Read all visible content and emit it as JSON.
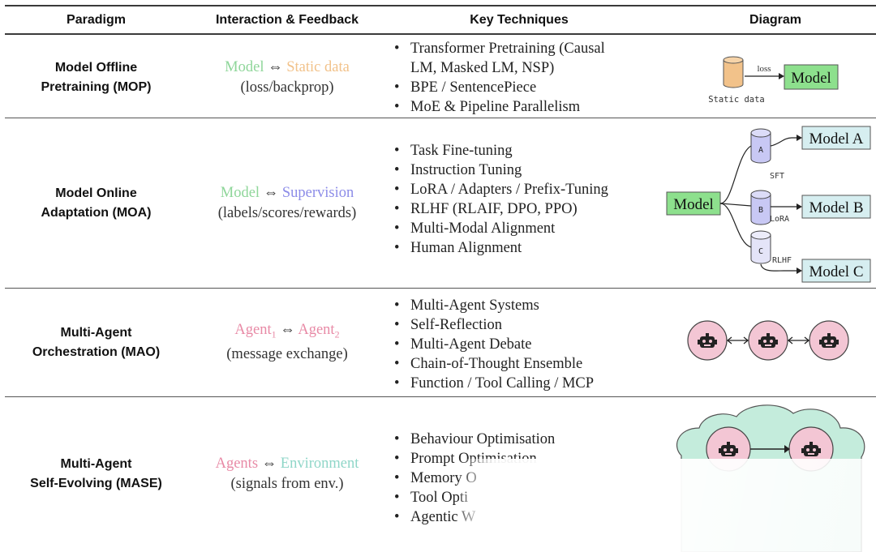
{
  "headers": {
    "paradigm": "Paradigm",
    "interaction": "Interaction & Feedback",
    "techniques": "Key Techniques",
    "diagram": "Diagram"
  },
  "rows": [
    {
      "paradigm_line1": "Model Offline",
      "paradigm_line2": "Pretraining (MOP)",
      "left": "Model",
      "arrow": "⇔",
      "right": "Static data",
      "feedback": "(loss/backprop)",
      "techniques": [
        "Transformer Pretraining (Causal",
        "LM, Masked LM, NSP)",
        "BPE / SentencePiece",
        "MoE & Pipeline Parallelism"
      ]
    },
    {
      "paradigm_line1": "Model Online",
      "paradigm_line2": "Adaptation (MOA)",
      "left": "Model",
      "arrow": "⇔",
      "right": "Supervision",
      "feedback": "(labels/scores/rewards)",
      "techniques": [
        "Task Fine-tuning",
        "Instruction Tuning",
        "LoRA / Adapters / Prefix-Tuning",
        "RLHF (RLAIF, DPO, PPO)",
        "Multi-Modal Alignment",
        "Human Alignment"
      ]
    },
    {
      "paradigm_line1": "Multi-Agent",
      "paradigm_line2": "Orchestration (MAO)",
      "left": "Agent",
      "left_sub": "1",
      "arrow": "⇔",
      "right": "Agent",
      "right_sub": "2",
      "feedback": "(message exchange)",
      "techniques": [
        "Multi-Agent Systems",
        "Self-Reflection",
        "Multi-Agent Debate",
        "Chain-of-Thought Ensemble",
        "Function / Tool Calling / MCP"
      ]
    },
    {
      "paradigm_line1": "Multi-Agent",
      "paradigm_line2": "Self-Evolving (MASE)",
      "left": "Agents",
      "arrow": "⇔",
      "right": "Environment",
      "feedback": "(signals from env.)",
      "techniques": [
        "Behaviour Optimisation",
        "Prompt Optimisation",
        "Memory O",
        "Tool Opti",
        "Agentic W"
      ]
    }
  ],
  "diagram1": {
    "db_label": "Static data",
    "edge_label": "loss",
    "model_label": "Model"
  },
  "diagram2": {
    "model_label": "Model",
    "adapters": [
      "A",
      "B",
      "C"
    ],
    "edge_labels": [
      "SFT",
      "LoRA",
      "RLHF"
    ],
    "outputs": [
      "Model A",
      "Model B",
      "Model C"
    ]
  },
  "colors": {
    "model_green": "#8fd69a",
    "data_orange": "#f2c28a",
    "supervision_purple": "#8c8ce8",
    "agent_pink": "#e88aa6",
    "environment_teal": "#8fd6c8",
    "model_box_fill": "#8de08d",
    "output_box_fill": "#d6eef0",
    "adapter_fill": "#c8c8f4",
    "agent_fill": "#f3c6d4",
    "cloud_fill": "#c4ecdc"
  }
}
